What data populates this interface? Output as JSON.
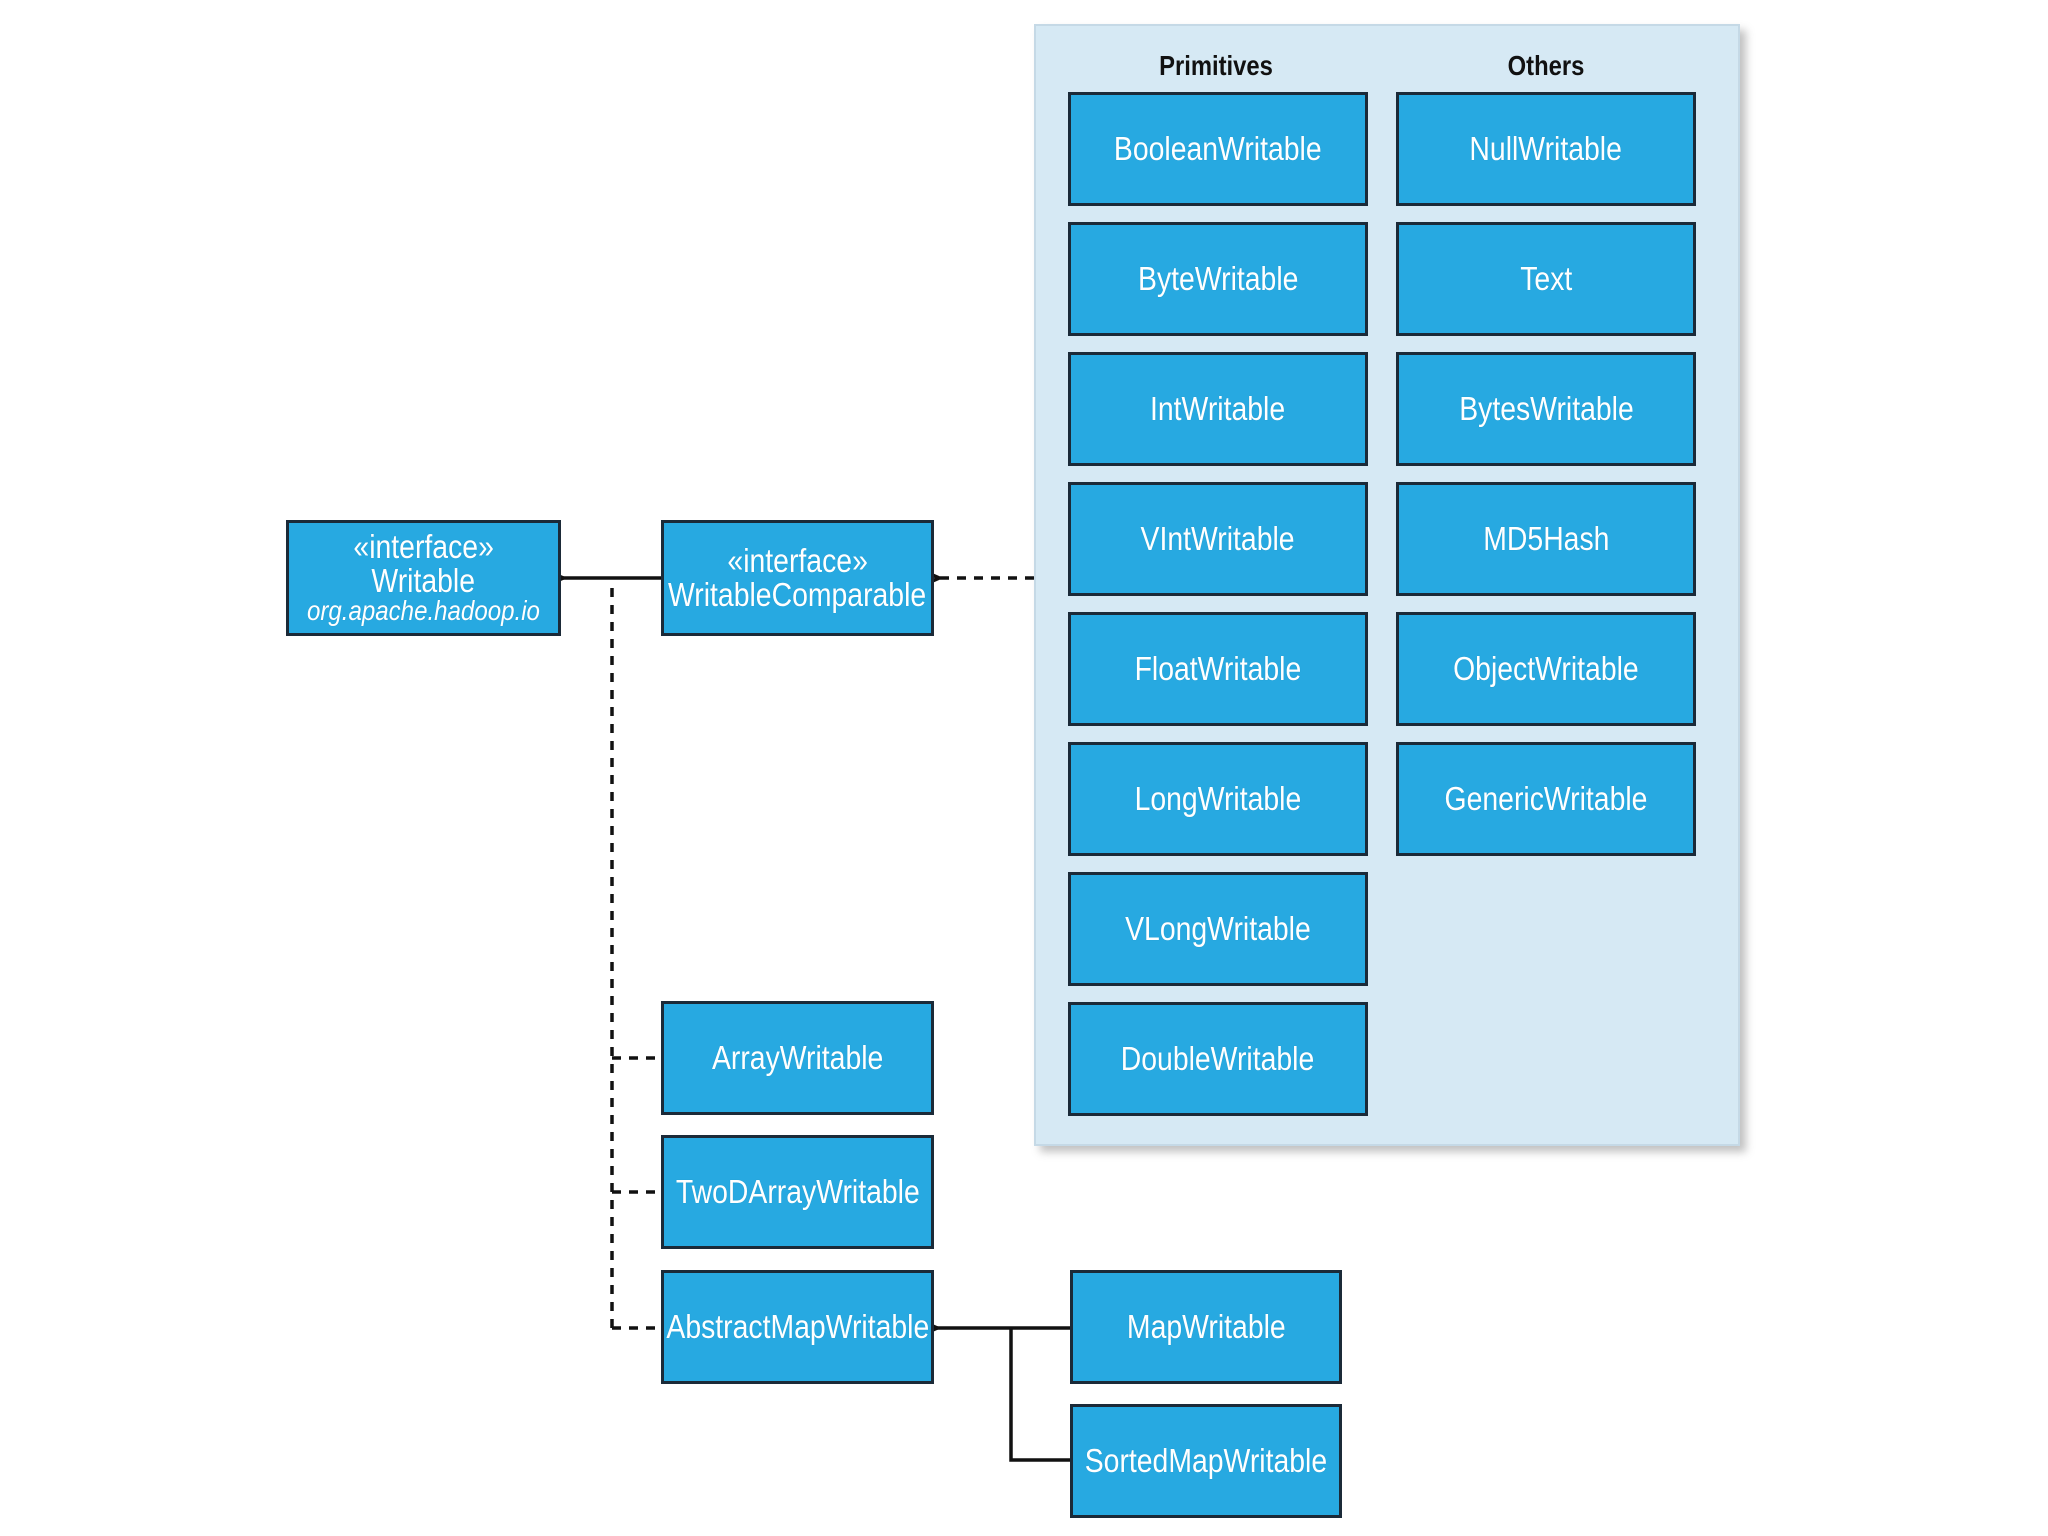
{
  "panel": {
    "primitives_header": "Primitives",
    "others_header": "Others",
    "primitives": [
      "BooleanWritable",
      "ByteWritable",
      "IntWritable",
      "VIntWritable",
      "FloatWritable",
      "LongWritable",
      "VLongWritable",
      "DoubleWritable"
    ],
    "others": [
      "NullWritable",
      "Text",
      "BytesWritable",
      "MD5Hash",
      "ObjectWritable",
      "GenericWritable"
    ]
  },
  "writable": {
    "stereotype": "«interface»",
    "name": "Writable",
    "package": "org.apache.hadoop.io"
  },
  "writable_comparable": {
    "stereotype": "«interface»",
    "name": "WritableComparable"
  },
  "collections": {
    "array": "ArrayWritable",
    "two_d_array": "TwoDArrayWritable",
    "abstract_map": "AbstractMapWritable"
  },
  "maps": {
    "map": "MapWritable",
    "sorted_map": "SortedMapWritable"
  },
  "colors": {
    "node_fill": "#27a9e1",
    "node_border": "#1b2a38",
    "panel_fill": "#d6e9f4",
    "line": "#111111"
  }
}
